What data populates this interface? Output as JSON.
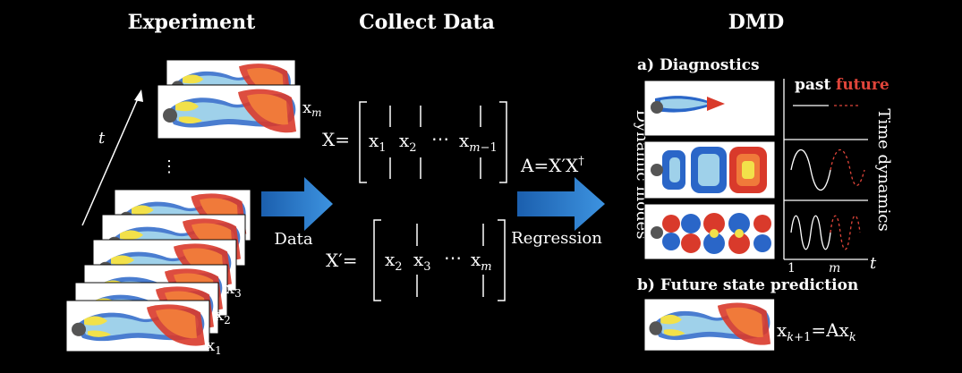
{
  "headers": {
    "experiment": "Experiment",
    "collect": "Collect Data",
    "dmd": "DMD"
  },
  "experiment": {
    "time_label": "t",
    "dots": "⋮",
    "snapshot_labels": [
      "x1",
      "x2",
      "x3",
      "xm"
    ]
  },
  "arrows": {
    "data_label": "Data",
    "regression_label": "Regression"
  },
  "matrices": {
    "X_lhs": "X=",
    "X_cols": [
      "x1",
      "x2",
      "⋯",
      "xm−1"
    ],
    "Xp_lhs": "X′=",
    "Xp_cols": [
      "x2",
      "x3",
      "⋯",
      "xm"
    ],
    "A_formula": "A=X′X†"
  },
  "dmd": {
    "diagnostics_title": "a) Diagnostics",
    "past": "past",
    "future": "future",
    "modes_label": "Dynamic modes",
    "time_dyn_label": "Time dynamics",
    "tick_1": "1",
    "tick_m": "m",
    "tick_t": "t",
    "prediction_title": "b) Future state prediction",
    "prediction_eq": "xk+1=Axk"
  },
  "colors": {
    "arrow": "#2f7fd0",
    "future": "#e0453a",
    "flow_red": "#d93a2b",
    "flow_blue": "#2a66c8",
    "flow_yellow": "#f2e14a",
    "flow_light": "#9fd1ea"
  }
}
